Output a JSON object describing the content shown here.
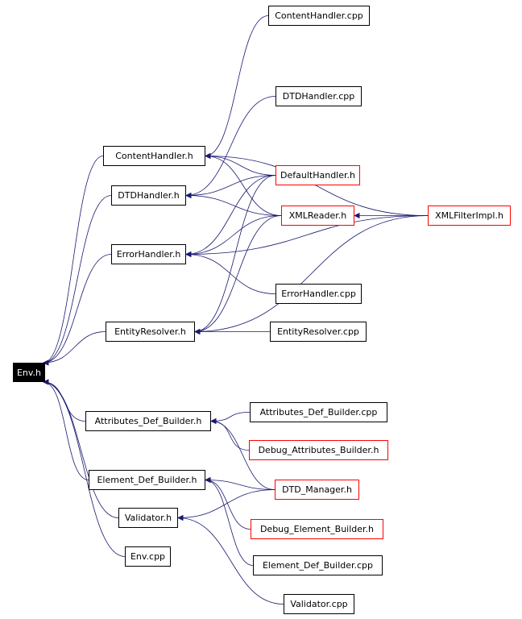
{
  "colors": {
    "edge": "#191970",
    "node_border": "#000000",
    "highlight_border": "#ff0000",
    "root_fill": "#000000",
    "root_text": "#ffffff"
  },
  "nodes": {
    "env_h": "Env.h",
    "contenthandler_h": "ContentHandler.h",
    "dtdhandler_h": "DTDHandler.h",
    "errorhandler_h": "ErrorHandler.h",
    "entityresolver_h": "EntityResolver.h",
    "attributes_def_builder_h": "Attributes_Def_Builder.h",
    "element_def_builder_h": "Element_Def_Builder.h",
    "validator_h": "Validator.h",
    "env_cpp": "Env.cpp",
    "contenthandler_cpp": "ContentHandler.cpp",
    "dtdhandler_cpp": "DTDHandler.cpp",
    "defaulthandler_h": "DefaultHandler.h",
    "xmlreader_h": "XMLReader.h",
    "xmlfilterimpl_h": "XMLFilterImpl.h",
    "errorhandler_cpp": "ErrorHandler.cpp",
    "entityresolver_cpp": "EntityResolver.cpp",
    "attributes_def_builder_cpp": "Attributes_Def_Builder.cpp",
    "debug_attributes_builder_h": "Debug_Attributes_Builder.h",
    "dtd_manager_h": "DTD_Manager.h",
    "debug_element_builder_h": "Debug_Element_Builder.h",
    "element_def_builder_cpp": "Element_Def_Builder.cpp",
    "validator_cpp": "Validator.cpp"
  },
  "edges": [
    [
      "contenthandler_h",
      "env_h"
    ],
    [
      "dtdhandler_h",
      "env_h"
    ],
    [
      "errorhandler_h",
      "env_h"
    ],
    [
      "entityresolver_h",
      "env_h"
    ],
    [
      "attributes_def_builder_h",
      "env_h"
    ],
    [
      "element_def_builder_h",
      "env_h"
    ],
    [
      "validator_h",
      "env_h"
    ],
    [
      "env_cpp",
      "env_h"
    ],
    [
      "contenthandler_cpp",
      "contenthandler_h"
    ],
    [
      "dtdhandler_cpp",
      "dtdhandler_h"
    ],
    [
      "xmlfilterimpl_h",
      "contenthandler_h"
    ],
    [
      "defaulthandler_h",
      "contenthandler_h"
    ],
    [
      "xmlreader_h",
      "contenthandler_h"
    ],
    [
      "defaulthandler_h",
      "dtdhandler_h"
    ],
    [
      "xmlreader_h",
      "dtdhandler_h"
    ],
    [
      "defaulthandler_h",
      "errorhandler_h"
    ],
    [
      "xmlreader_h",
      "errorhandler_h"
    ],
    [
      "xmlfilterimpl_h",
      "errorhandler_h"
    ],
    [
      "errorhandler_cpp",
      "errorhandler_h"
    ],
    [
      "defaulthandler_h",
      "entityresolver_h"
    ],
    [
      "xmlreader_h",
      "entityresolver_h"
    ],
    [
      "entityresolver_cpp",
      "entityresolver_h"
    ],
    [
      "xmlfilterimpl_h",
      "entityresolver_h"
    ],
    [
      "xmlfilterimpl_h",
      "xmlreader_h"
    ],
    [
      "attributes_def_builder_cpp",
      "attributes_def_builder_h"
    ],
    [
      "debug_attributes_builder_h",
      "attributes_def_builder_h"
    ],
    [
      "dtd_manager_h",
      "attributes_def_builder_h"
    ],
    [
      "dtd_manager_h",
      "element_def_builder_h"
    ],
    [
      "debug_element_builder_h",
      "element_def_builder_h"
    ],
    [
      "element_def_builder_cpp",
      "element_def_builder_h"
    ],
    [
      "dtd_manager_h",
      "validator_h"
    ],
    [
      "validator_cpp",
      "validator_h"
    ]
  ]
}
